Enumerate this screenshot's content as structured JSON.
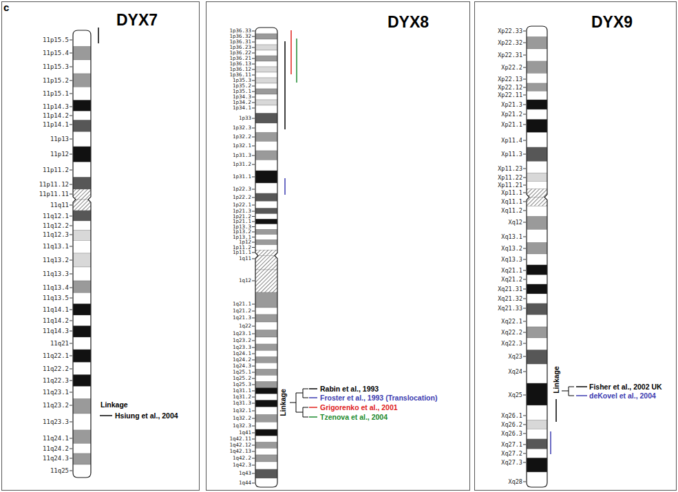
{
  "diagram": {
    "nodes": [
      {
        "text": [
          "DYX7"
        ]
      },
      {
        "text": [
          "DYX8"
        ]
      },
      {
        "text": [
          "DYX9"
        ]
      }
    ],
    "labels": [
      "c",
      "11p15.5",
      "11p15.4",
      "11p15.3",
      "11p15.2",
      "11p15.1",
      "11p14.3",
      "11p14.2",
      "11p14.1",
      "11p13",
      "11p12",
      "11p11.2",
      "11p11.12",
      "11p11.11",
      "11q11",
      "11q12.1",
      "11q12.2",
      "11q12.3",
      "11q13.1",
      "11q13.2",
      "11q13.3",
      "11q13.4",
      "11q13.5",
      "11q14.1",
      "11q14.2",
      "11q14.3",
      "11q21",
      "11q22.1",
      "11q22.2",
      "11q22.3",
      "11q23.1",
      "11q23.2",
      "11q23.3",
      "11q24.1",
      "11q24.2",
      "11q24.3",
      "11q25",
      "Linkage",
      "Hsiung et al., 2004",
      "1p36.33",
      "1p36.32",
      "1p36.31",
      "1p36.23",
      "1p36.22",
      "1p36.21",
      "1p36.13",
      "1p36.12",
      "1p36.11",
      "1p35.3",
      "1p35.2",
      "1p35.1",
      "1p34.3",
      "1p34.2",
      "1p34.1",
      "1p33",
      "1p32.3",
      "1p32.2",
      "1p32.1",
      "1p31.3",
      "1p31.2",
      "1p31.1",
      "1p22.3",
      "1p22.2",
      "1p22.1",
      "1p21.3",
      "1p21.2",
      "1p21.1",
      "1p13.3",
      "1p13.2",
      "1p13.1",
      "1p12",
      "1p11.2",
      "1p11.1",
      "1q11",
      "1q12",
      "1q21.1",
      "1q21.2",
      "1q21.3",
      "1q22",
      "1q23.1",
      "1q23.2",
      "1q23.3",
      "1q24.1",
      "1q24.2",
      "1q24.3",
      "1q25.1",
      "1q25.2",
      "1q25.3",
      "1q31.1",
      "1q31.2",
      "1q31.3",
      "1q32.1",
      "1q32.2",
      "1q32.3",
      "1q41",
      "1q42.11",
      "1q42.12",
      "1q42.13",
      "1q42.2",
      "1q42.3",
      "1q43",
      "1q44",
      "Linkage",
      "Rabin et al., 1993",
      "Froster et al., 1993 (Translocation)",
      "Grigorenko et al., 2001",
      "Tzenova et al., 2004",
      "Xp22.33",
      "Xp22.32",
      "Xp22.31",
      "Xp22.2",
      "Xp22.13",
      "Xp22.12",
      "Xp22.11",
      "Xp21.3",
      "Xp21.2",
      "Xp21.1",
      "Xp11.4",
      "Xp11.3",
      "Xp11.23",
      "Xp11.22",
      "Xp11.21",
      "Xp11.1",
      "Xq11.1",
      "Xq11.2",
      "Xq12",
      "Xq13.1",
      "Xq13.2",
      "Xq13.3",
      "Xq21.1",
      "Xq21.2",
      "Xq21.31",
      "Xq21.32",
      "Xq21.33",
      "Xq22.1",
      "Xq22.2",
      "Xq22.3",
      "Xq23",
      "Xq24",
      "Xq25",
      "Xq26.1",
      "Xq26.2",
      "Xq26.3",
      "Xq27.1",
      "Xq27.2",
      "Xq27.3",
      "Xq28",
      "Linkage",
      "Fisher et al., 2002 UK",
      "deKovel et al., 2004"
    ]
  }
}
